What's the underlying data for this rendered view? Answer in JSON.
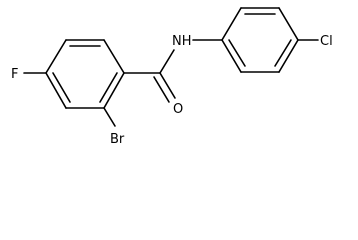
{
  "atoms": {
    "fluorine": "F",
    "bromine": "Br",
    "oxygen": "O",
    "amide_nitrogen": "NH",
    "chlorine": "Cl"
  },
  "colors": {
    "bond": "#000000",
    "label": "#000000",
    "background": "#ffffff"
  }
}
